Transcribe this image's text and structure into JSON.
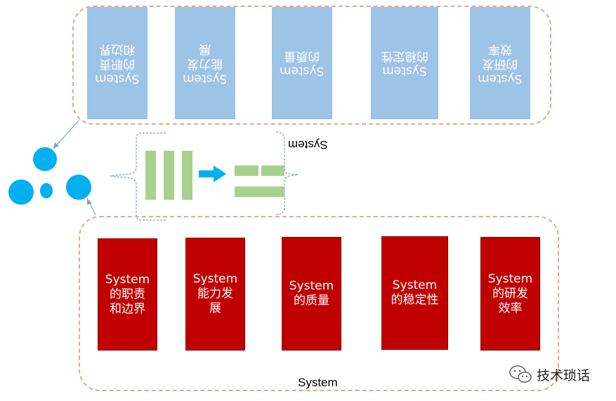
{
  "top_group": {
    "boxes": [
      {
        "label": "System\n的职责\n和边界"
      },
      {
        "label": "System\n能力发\n展"
      },
      {
        "label": "System\n的质量"
      },
      {
        "label": "System\n的稳定性"
      },
      {
        "label": "System\n的研发\n效率"
      }
    ]
  },
  "bottom_group": {
    "boxes": [
      {
        "label": "System\n的职责\n和边界"
      },
      {
        "label": "System\n能力发\n展"
      },
      {
        "label": "System\n的质量"
      },
      {
        "label": "System\n的稳定性"
      },
      {
        "label": "System\n的研发\n效率"
      }
    ],
    "caption": "System"
  },
  "middle": {
    "caption": "System"
  },
  "watermark": {
    "text": "技术琐话"
  },
  "colors": {
    "blue_box": "#9dc3e6",
    "red_box": "#c00000",
    "frame": "#e8a889",
    "bubble": "#00b0f0",
    "green_bar": "#a9d18e"
  }
}
